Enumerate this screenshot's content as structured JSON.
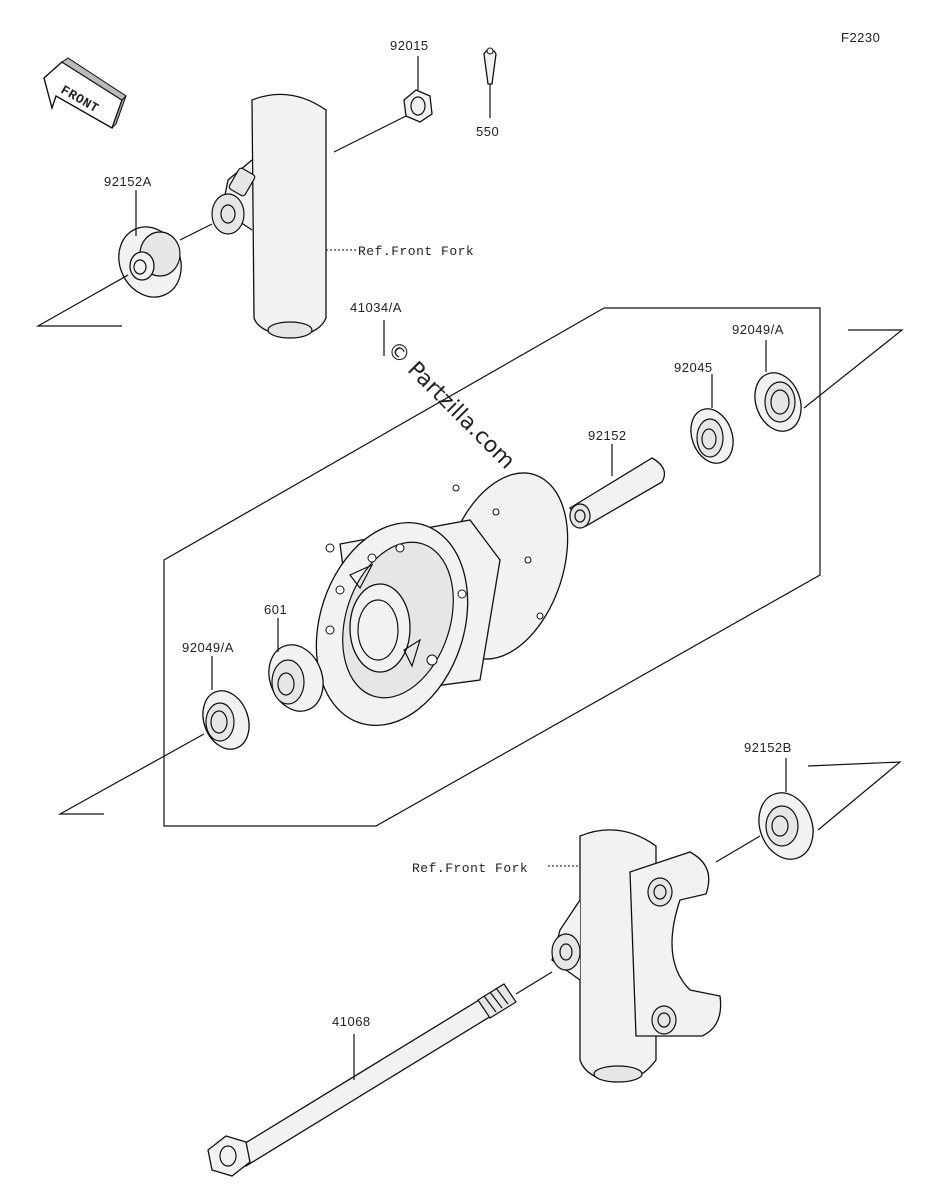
{
  "diagram_code": "F2230",
  "front_badge": "FRONT",
  "watermark": "© Partzilla.com",
  "parts": {
    "p92015": "92015",
    "p550": "550",
    "p92152A": "92152A",
    "p41034A": "41034/A",
    "p92045": "92045",
    "p92049A_top": "92049/A",
    "p92152": "92152",
    "p601": "601",
    "p92049A_bottom": "92049/A",
    "p92152B": "92152B",
    "p41068": "41068"
  },
  "refs": {
    "fork_top": "Ref.Front Fork",
    "fork_bottom": "Ref.Front Fork"
  }
}
